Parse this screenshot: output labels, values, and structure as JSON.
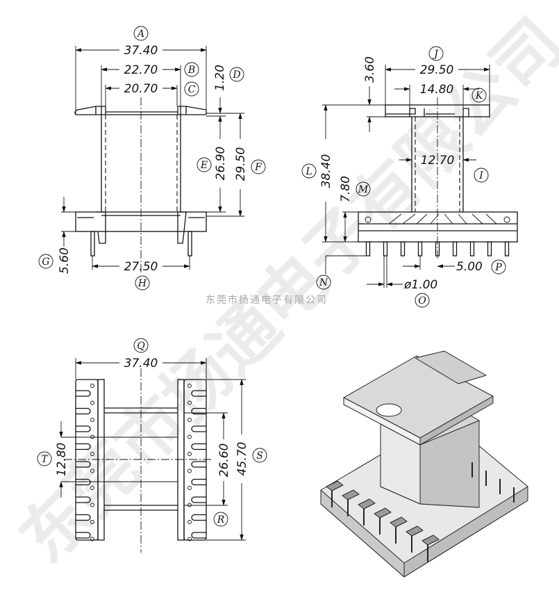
{
  "watermark": {
    "large": "东莞市扬通电子有限公司",
    "small": "东莞市扬通电子有限公司"
  },
  "front_view": {
    "A": {
      "label": "A",
      "value": "37.40"
    },
    "B": {
      "label": "B",
      "value": "22.70"
    },
    "C": {
      "label": "C",
      "value": "20.70"
    },
    "D": {
      "label": "D",
      "value": "1.20"
    },
    "E": {
      "label": "E",
      "value": "26.90"
    },
    "F": {
      "label": "F",
      "value": "29.50"
    },
    "G": {
      "label": "G",
      "value": "5.60"
    },
    "H": {
      "label": "H",
      "value": "27.50"
    }
  },
  "side_view": {
    "J": {
      "label": "J",
      "value": "29.50"
    },
    "K": {
      "label": "K",
      "value": "14.80"
    },
    "D2": {
      "value": "3.60"
    },
    "I": {
      "label": "I",
      "value": "12.70"
    },
    "L": {
      "label": "L",
      "value": "38.40"
    },
    "M": {
      "label": "M",
      "value": "7.80"
    },
    "N": {
      "label": "N"
    },
    "O": {
      "label": "O",
      "value": "ø1.00"
    },
    "P": {
      "label": "P",
      "value": "5.00"
    }
  },
  "bottom_view": {
    "Q": {
      "label": "Q",
      "value": "37.40"
    },
    "R": {
      "label": "R",
      "value": "26.60"
    },
    "S": {
      "label": "S",
      "value": "45.70"
    },
    "T": {
      "label": "T",
      "value": "12.80"
    }
  }
}
